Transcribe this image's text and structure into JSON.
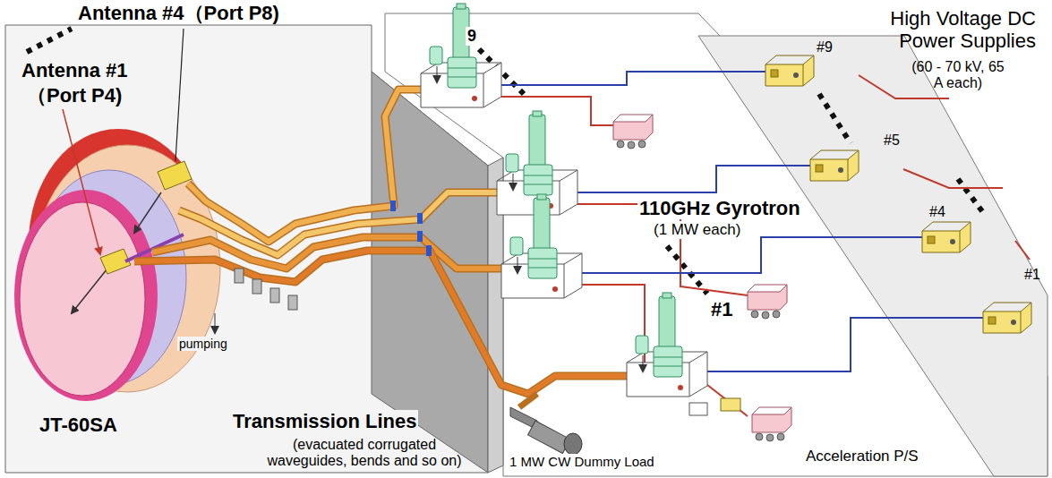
{
  "diagram": {
    "labels": [
      "Antenna #4（Port P8)",
      "Antenna #1",
      "（Port P4)",
      "JT-60SA",
      "Transmission Lines",
      "(evacuated corrugated waveguides, bends and so on)",
      "pumping",
      "9",
      "110GHz Gyrotron",
      "(1 MW each)",
      "#1",
      "High Voltage DC Power Supplies",
      "(60 - 70 kV, 65 A each)",
      "#9",
      "#5",
      "#4",
      "#1",
      "1 MW CW Dummy Load",
      "Acceleration P/S"
    ]
  }
}
